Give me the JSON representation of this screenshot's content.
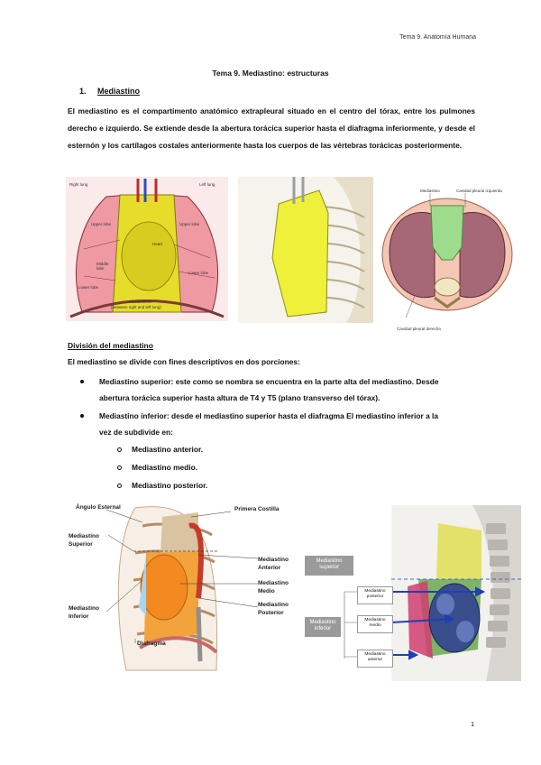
{
  "header": {
    "running_title": "Tema 9. Anatomía Humana"
  },
  "title": "Tema 9. Mediastino: estructuras",
  "section": {
    "number": "1.",
    "title": "Mediastino"
  },
  "paragraph": "El mediastino es el compartimento anatómico extrapleural situado en el centro del tórax, entre los pulmones derecho e izquierdo. Se extiende desde la abertura torácica superior hasta el diafragma inferiormente, y desde el esternón y los cartílagos costales anteriormente hasta los cuerpos de las vértebras torácicas posteriormente.",
  "figure1": {
    "right_lung": "Right lung",
    "left_lung": "Left lung",
    "upper_lobe_r": "Upper lobe",
    "upper_lobe_l": "Upper lobe",
    "middle_lobe": "Middle lobe",
    "lower_lobe_r": "Lower lobe",
    "lower_lobe_l": "Lower lobe",
    "heart": "Heart",
    "mediastinum": "Mediastinum",
    "mediastinum_sub": "(between right and left lung)"
  },
  "figure3": {
    "mediastino": "Mediastino",
    "cavidad_izq": "Cavidad pleural izquierda",
    "cavidad_der": "Cavidad pleural derecha"
  },
  "division": {
    "title": "División del mediastino",
    "intro": "El mediastino se divide con fines descriptivos en dos porciones:",
    "bullet1_line1": "Mediastino superior: este como se nombra se encuentra en la parte alta del mediastino. Desde",
    "bullet1_line2": "abertura torácica superior hasta altura de T4 y T5 (plano transverso del tórax).",
    "bullet2_line1": "Mediastino inferior: desde el mediastino superior hasta el diafragma El mediastino inferior a la",
    "bullet2_line2": "vez de subdivide en:",
    "sub1": "Mediastino anterior.",
    "sub2": "Mediastino medio.",
    "sub3": "Mediastino posterior."
  },
  "figure4": {
    "angulo": "Ángulo Esternal",
    "primera": "Primera Costilla",
    "sup1": "Mediastino",
    "sup2": "Superior",
    "inf1": "Mediastino",
    "inf2": "Inferior",
    "ant1": "Mediastino",
    "ant2": "Anterior",
    "med1": "Mediastino",
    "med2": "Medio",
    "post1": "Mediastino",
    "post2": "Posterior",
    "diafragma": "Diafragma"
  },
  "figure5": {
    "superior1": "Mediastino",
    "superior2": "superior",
    "inferior1": "Mediastino",
    "inferior2": "inferior",
    "posterior1": "Mediastino",
    "posterior2": "posterior",
    "medio1": "Mediastino",
    "medio2": "medio",
    "anterior1": "Mediastino",
    "anterior2": "anterior"
  },
  "page_number": "1"
}
